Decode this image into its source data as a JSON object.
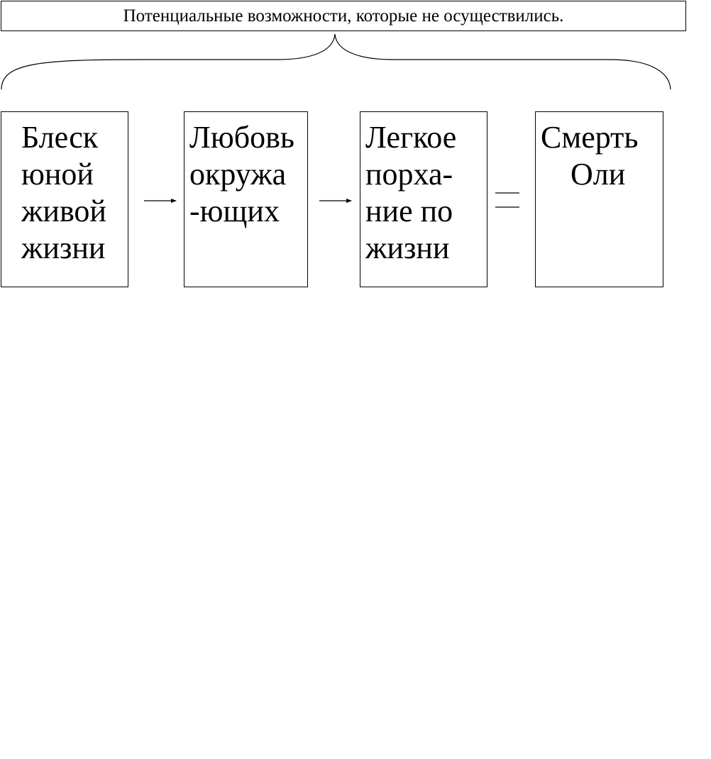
{
  "title": "Потенциальные возможности, которые не осуществились.",
  "boxes": [
    {
      "lines": [
        "Блеск",
        "юной",
        "живой",
        "жизни"
      ]
    },
    {
      "lines": [
        "Любовь",
        "окружа",
        "-ющих"
      ]
    },
    {
      "lines": [
        "Легкое",
        "порха-",
        "ние по",
        "жизни"
      ]
    },
    {
      "lines": [
        "Смерть",
        "Оли"
      ]
    }
  ],
  "connectors": [
    {
      "from": 0,
      "to": 1,
      "kind": "arrow"
    },
    {
      "from": 1,
      "to": 2,
      "kind": "arrow"
    },
    {
      "from": 2,
      "to": 3,
      "kind": "equals"
    }
  ],
  "colors": {
    "stroke": "#000000",
    "background": "#ffffff"
  }
}
